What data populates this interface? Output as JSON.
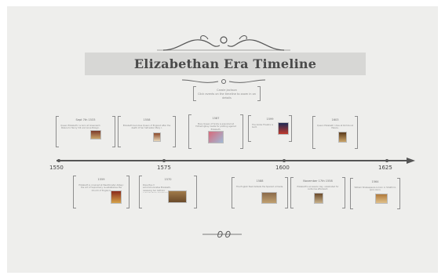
{
  "title": "Elizabethan Era Timeline",
  "subtitle": {
    "line1": "Carole Jackson",
    "line2": "Click events on the timeline to zoom in on details"
  },
  "axis": {
    "years": [
      "1550",
      "1575",
      "1600",
      "1625"
    ]
  },
  "events_top": [
    {
      "date": "Sept 7th 1533",
      "desc": "Queen Elizabeth I is born at Greenwich Palace to Henry VIII and Anne Boleyn.",
      "thumb_colors": [
        "#7a3a2a",
        "#c9a46a"
      ]
    },
    {
      "date": "1558",
      "desc": "Elizabeth becomes Queen of England after the death of her half-sister Mary I.",
      "thumb_colors": [
        "#8b4a2b",
        "#e7d6b8"
      ]
    },
    {
      "date": "1587",
      "desc": "Mary Queen of Scots is executed at Fotheringhay Castle for plotting against Elizabeth.",
      "thumb_colors": [
        "#d86a7a",
        "#9fb9d6"
      ]
    },
    {
      "date": "1599",
      "desc": "The Globe Theatre is built.",
      "thumb_colors": [
        "#1e2a55",
        "#c0392b"
      ]
    },
    {
      "date": "1603",
      "desc": "Queen Elizabeth I dies at Richmond Palace.",
      "thumb_colors": [
        "#5a3a1a",
        "#caa46a"
      ]
    }
  ],
  "events_bottom": [
    {
      "date": "1559",
      "desc": "Elizabeth is crowned at Westminster Abbey; the Act of Supremacy re-establishes the Church of England.",
      "thumb_colors": [
        "#8a2a1a",
        "#d4a24a"
      ]
    },
    {
      "date": "1570",
      "desc": "Pope Pius V excommunicates Elizabeth, releasing her Catholic subjects from obedience.",
      "thumb_colors": [
        "#a07a4a",
        "#6a4a2a"
      ]
    },
    {
      "date": "1588",
      "desc": "The English fleet defeats the Spanish Armada.",
      "thumb_colors": [
        "#8a6a4a",
        "#c0a070"
      ]
    },
    {
      "date": "November 17th 1558",
      "desc": "Elizabeth's accession day, celebrated for centuries afterward.",
      "thumb_colors": [
        "#6a4a2a",
        "#c7b08a"
      ]
    },
    {
      "date": "1564",
      "desc": "William Shakespeare is born in Stratford-upon-Avon.",
      "thumb_colors": [
        "#b07a3a",
        "#e0c08a"
      ]
    }
  ],
  "colors": {
    "canvas": "#eeeeec",
    "banner": "#d7d7d5",
    "axis": "#555555"
  },
  "icons": [
    "flourish-ornament-icon",
    "timeline-arrow-icon"
  ]
}
